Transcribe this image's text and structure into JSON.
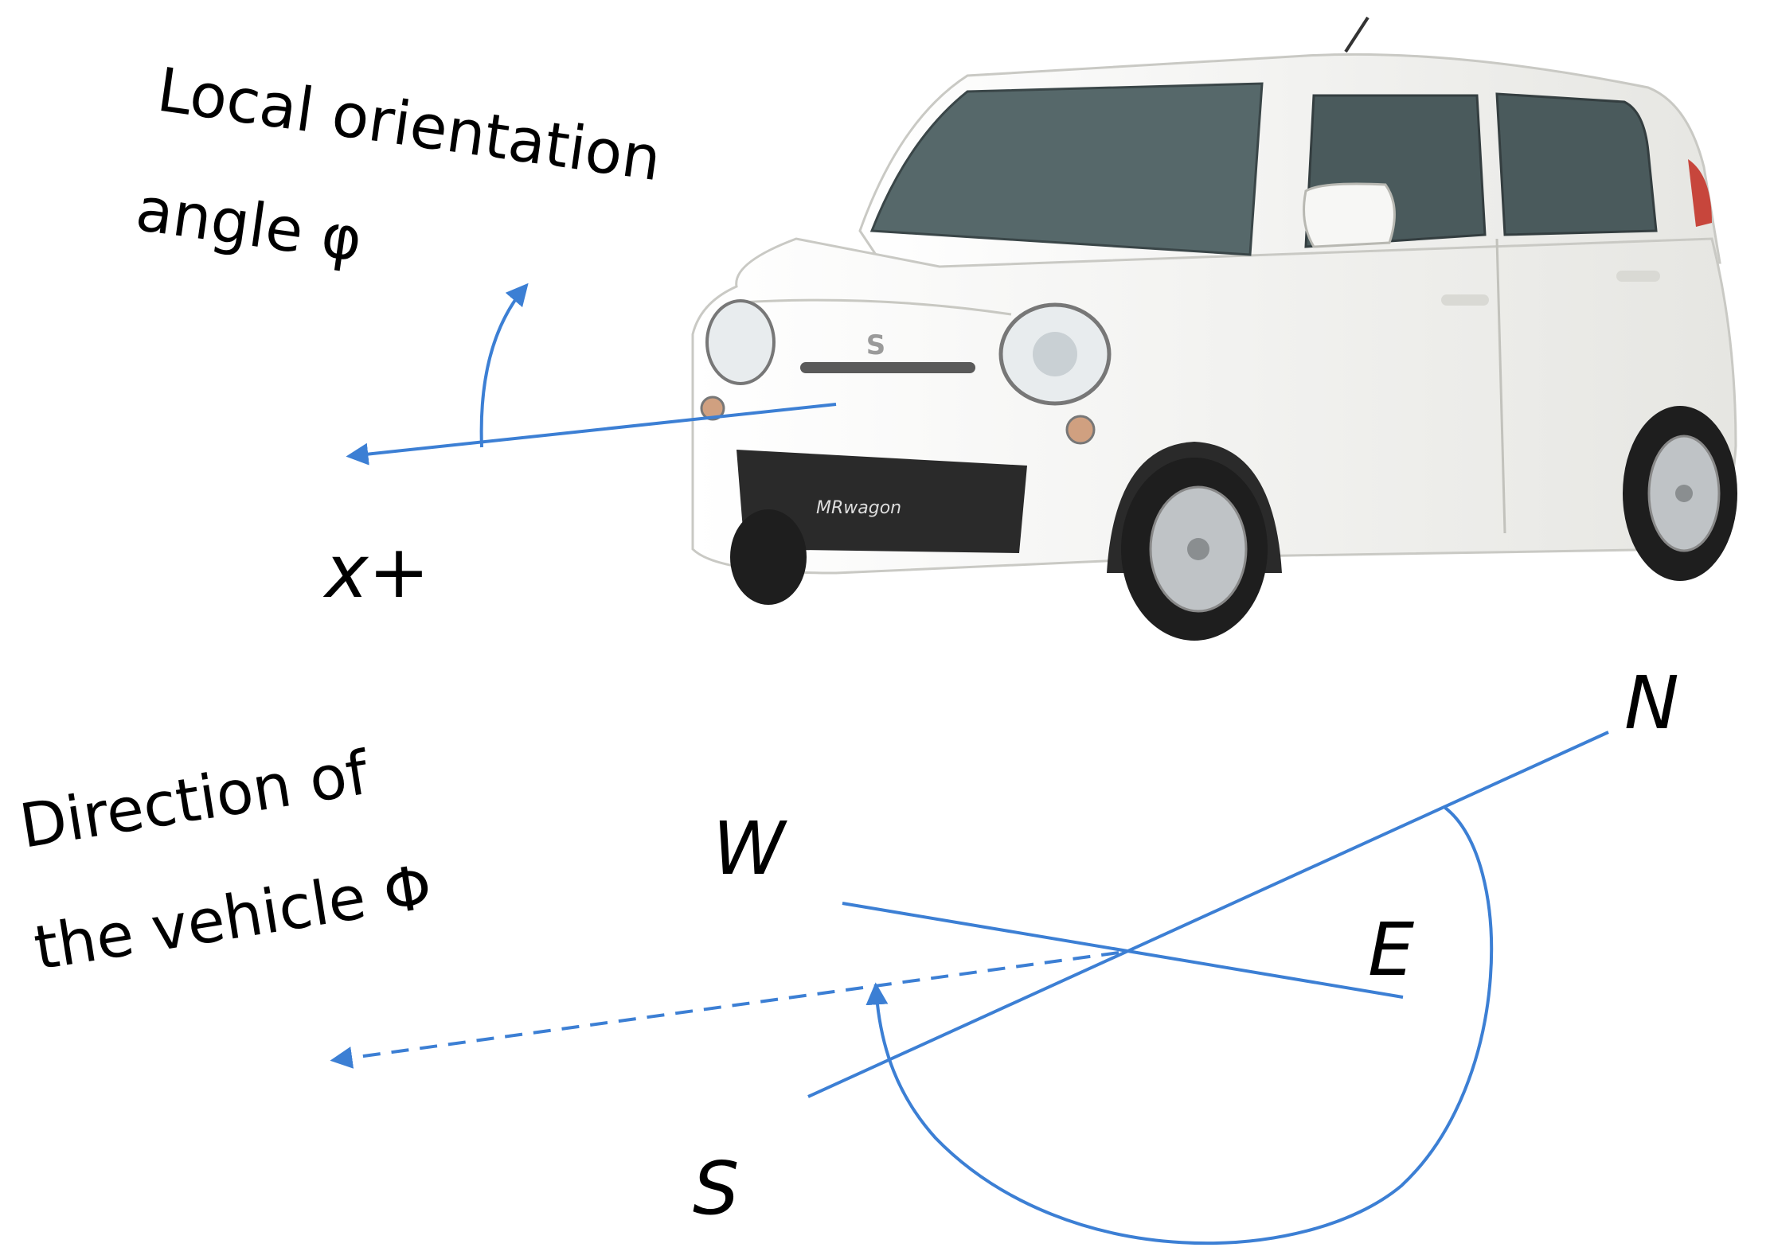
{
  "diagram": {
    "local_angle_label_line1": "Local orientation",
    "local_angle_label_line2": "angle φ",
    "x_axis_label": "x+",
    "direction_label_line1": "Direction of",
    "direction_label_line2": "the vehicle Φ",
    "compass": {
      "north": "N",
      "south": "S",
      "east": "E",
      "west": "W"
    },
    "vehicle_badge": "MRwagon",
    "colors": {
      "arrow": "#3c7fd4",
      "car_body": "#f4f4f2",
      "car_window": "#4a5a5c",
      "tire": "#1e1e1e",
      "text": "#000000"
    }
  }
}
